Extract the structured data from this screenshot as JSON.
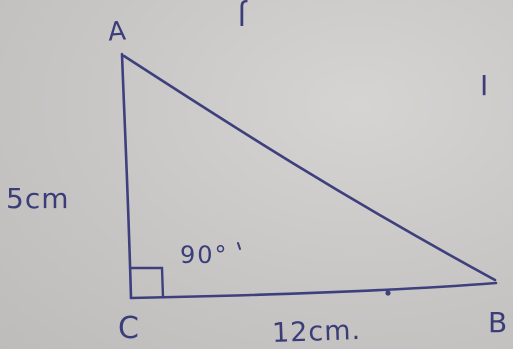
{
  "diagram": {
    "vertex_a": "A",
    "vertex_b": "B",
    "vertex_c": "C",
    "side_ac_label": "5cm",
    "side_cb_label": "12cm.",
    "angle_c_label": "90°",
    "corner_mark_top": "J",
    "corner_mark_right": "I"
  },
  "colors": {
    "ink": "#3a3d78",
    "paper": "#c9c7c6"
  }
}
